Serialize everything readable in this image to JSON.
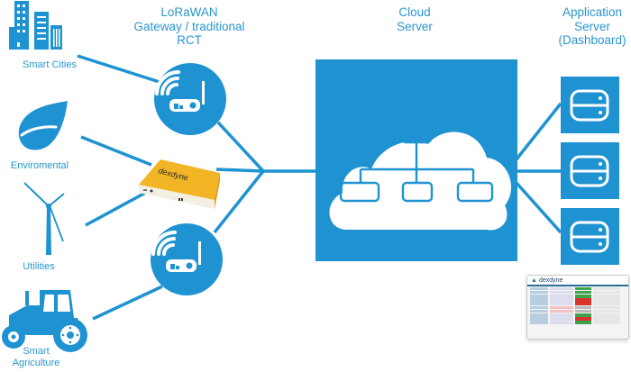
{
  "diagram": {
    "colors": {
      "primary": "#1f93d2",
      "label": "#2a95cf",
      "device_yellow": "#f2b526",
      "ok": "#3fa34d",
      "alert": "#d9342b"
    },
    "sources": [
      {
        "label": "Smart Cities",
        "icon": "city-buildings-icon"
      },
      {
        "label": "Enviromental",
        "icon": "leaf-icon"
      },
      {
        "label": "Utilities",
        "icon": "wind-turbine-icon"
      },
      {
        "label": "Smart Agriculture",
        "label_lines": [
          "Smart",
          "Agriculture"
        ],
        "icon": "tractor-icon"
      }
    ],
    "gateway": {
      "title_lines": [
        "LoRaWAN",
        "Gateway / traditional",
        "RCT"
      ],
      "device_brand": "dexdyne"
    },
    "cloud": {
      "title_lines": [
        "Cloud",
        "Server"
      ]
    },
    "app_server": {
      "title_lines": [
        "Application",
        "Server",
        "(Dashboard)"
      ],
      "server_count": 3,
      "dashboard_brand": "dexdyne"
    }
  }
}
